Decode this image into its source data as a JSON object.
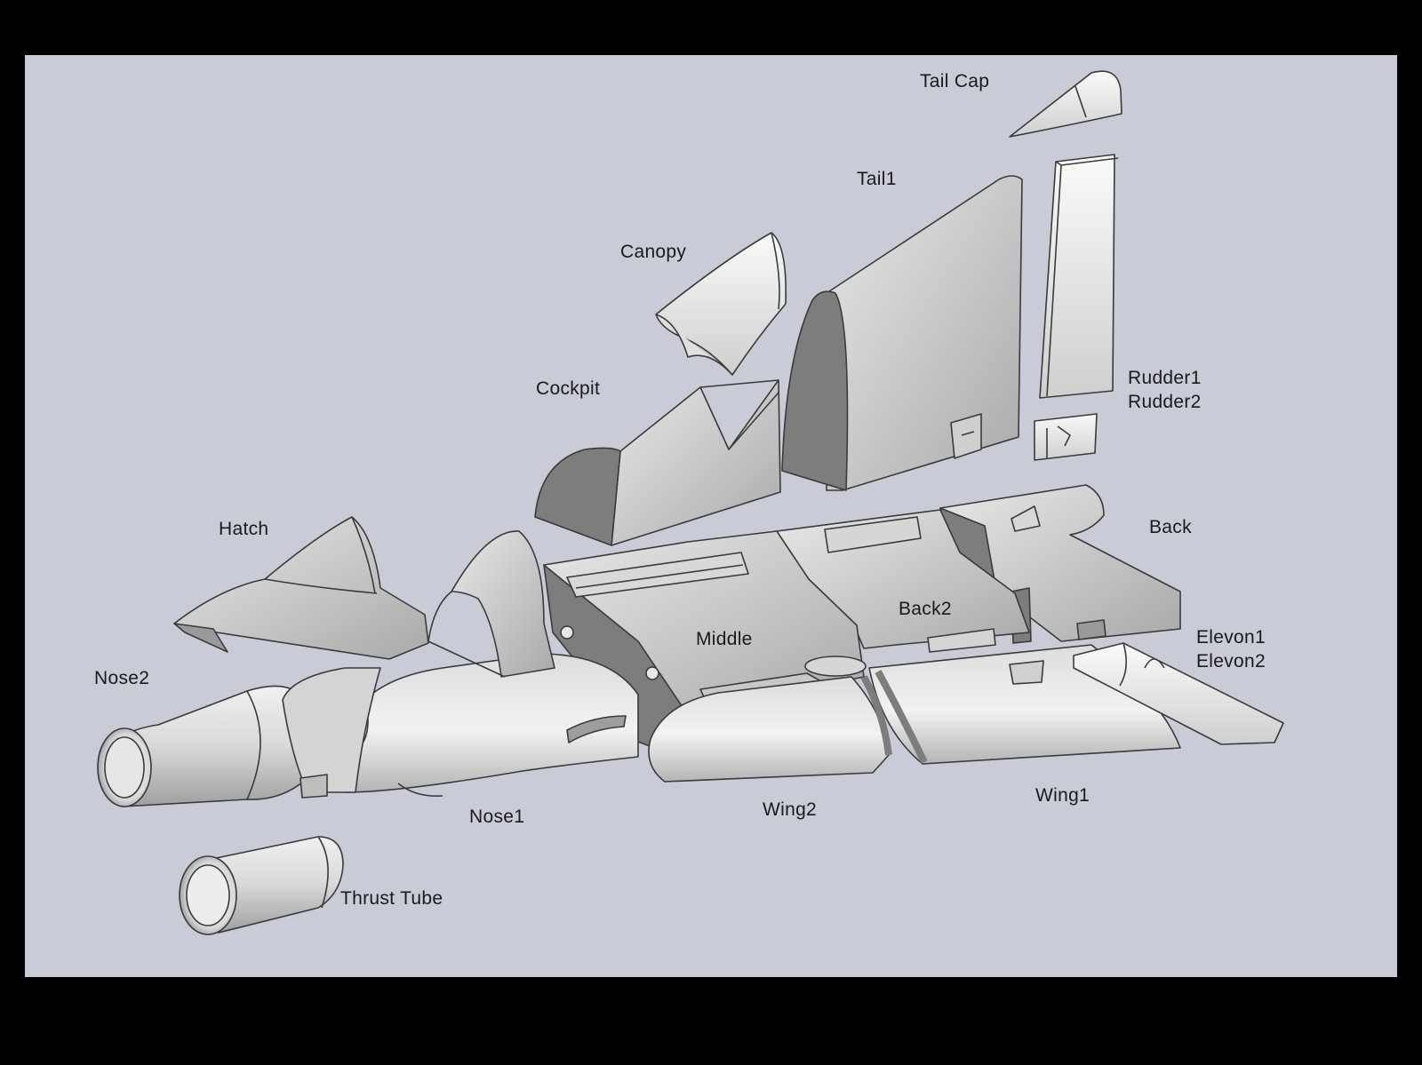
{
  "diagram": {
    "colors": {
      "background": "#000000",
      "canvas": "#c9ccd6",
      "part_light": "#e6e6e6",
      "part_mid": "#bdbdbd",
      "part_dark": "#7d7d7d",
      "outline": "#3a3a3a"
    },
    "labels": {
      "tail_cap": "Tail Cap",
      "tail1": "Tail1",
      "canopy": "Canopy",
      "cockpit": "Cockpit",
      "rudder1": "Rudder1",
      "rudder2": "Rudder2",
      "hatch": "Hatch",
      "back": "Back",
      "back2": "Back2",
      "middle": "Middle",
      "elevon1": "Elevon1",
      "elevon2": "Elevon2",
      "nose2": "Nose2",
      "nose1": "Nose1",
      "wing2": "Wing2",
      "wing1": "Wing1",
      "thrust_tube": "Thrust Tube"
    }
  }
}
